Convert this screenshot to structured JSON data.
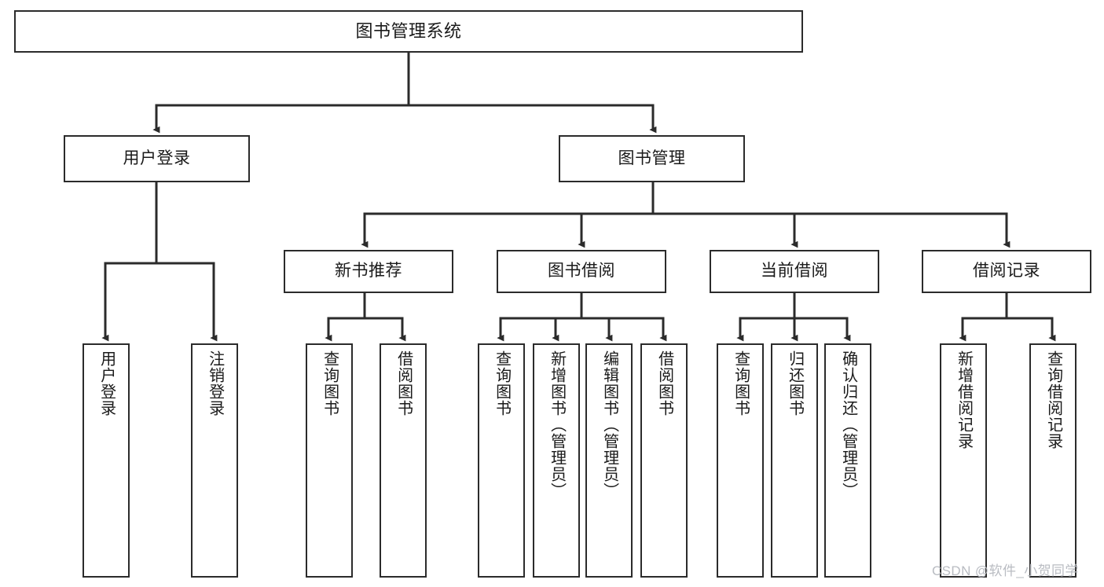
{
  "diagram": {
    "title": "图书管理系统",
    "type": "tree-hierarchy-chart",
    "line_color": "#2b2b2b",
    "box_fill": "#ffffff",
    "text_color": "#1a1a1a",
    "watermark": "CSDN @软件_小贺同学",
    "levels": {
      "root": {
        "label": "图书管理系统"
      },
      "level2": [
        {
          "label": "用户登录"
        },
        {
          "label": "图书管理"
        }
      ],
      "level3": [
        {
          "label": "新书推荐"
        },
        {
          "label": "图书借阅"
        },
        {
          "label": "当前借阅"
        },
        {
          "label": "借阅记录"
        }
      ],
      "leaves": {
        "user_login": [
          {
            "label": "用户登录"
          },
          {
            "label": "注销登录"
          }
        ],
        "new_book_recommend": [
          {
            "label": "查询图书"
          },
          {
            "label": "借阅图书"
          }
        ],
        "book_borrow": [
          {
            "label": "查询图书"
          },
          {
            "label": "新增图书（管理员）"
          },
          {
            "label": "编辑图书（管理员）"
          },
          {
            "label": "借阅图书"
          }
        ],
        "current_borrow": [
          {
            "label": "查询图书"
          },
          {
            "label": "归还图书"
          },
          {
            "label": "确认归还（管理员）"
          }
        ],
        "borrow_record": [
          {
            "label": "新增借阅记录"
          },
          {
            "label": "查询借阅记录"
          }
        ]
      }
    }
  }
}
